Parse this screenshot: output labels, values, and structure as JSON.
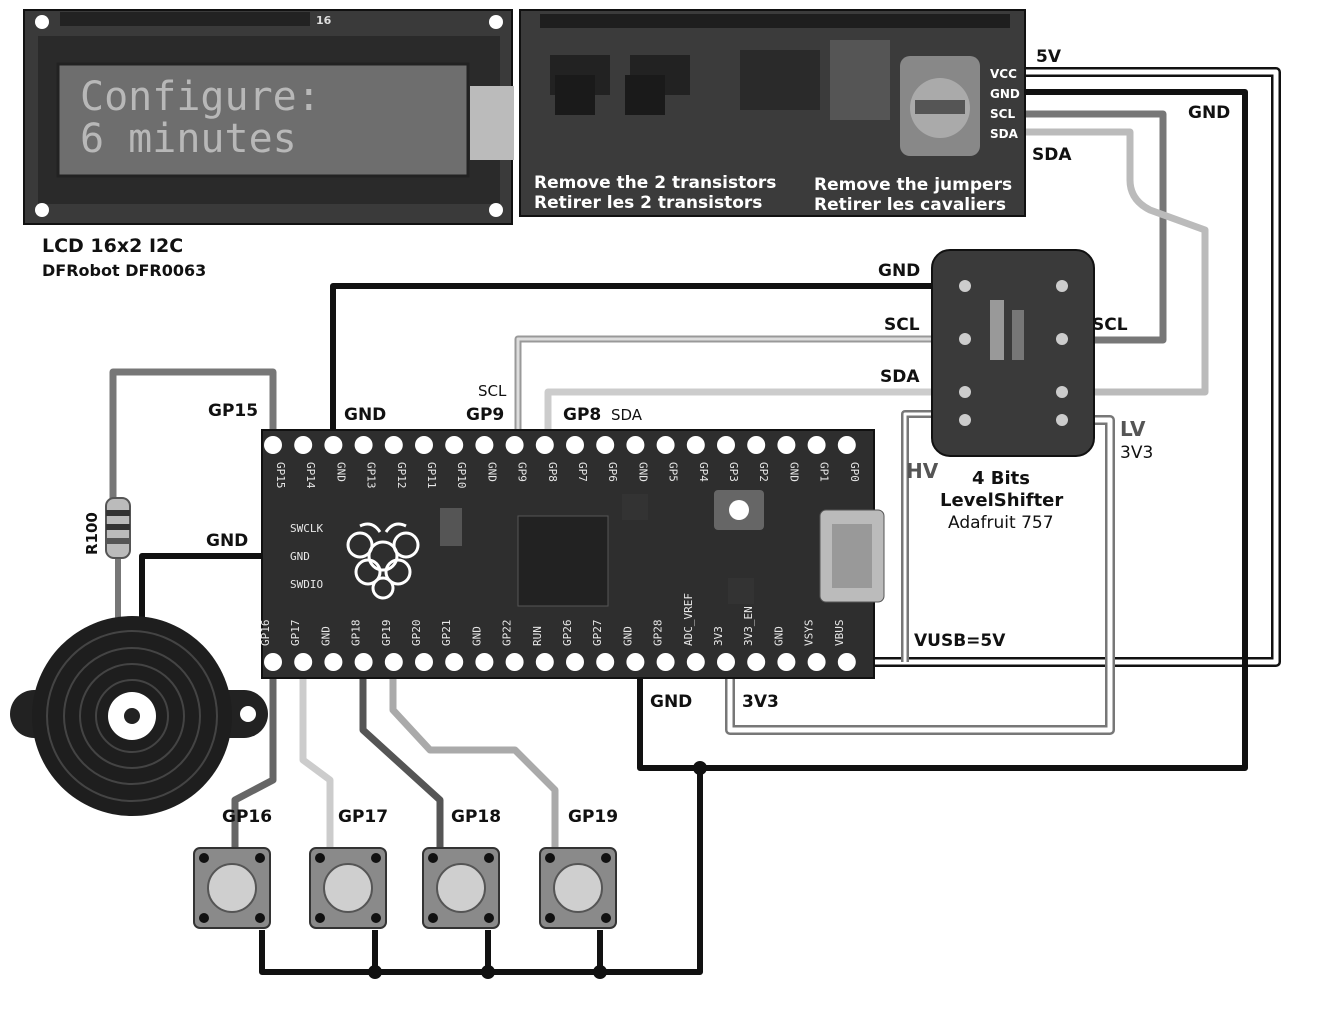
{
  "lcd": {
    "screen_lines": [
      "Configure:",
      "6 minutes"
    ],
    "title": "LCD 16x2 I2C",
    "subtitle": "DFRobot DFR0063",
    "pin_count_label": "16"
  },
  "i2c_backpack": {
    "pins": [
      "VCC",
      "GND",
      "SCL",
      "SDA"
    ],
    "note_transistors": [
      "Remove the 2 transistors",
      "Retirer les 2 transistors"
    ],
    "note_jumpers": [
      "Remove the jumpers",
      "Retirer les cavaliers"
    ]
  },
  "level_shifter": {
    "title": "4 Bits",
    "name": "LevelShifter",
    "part": "Adafruit 757",
    "hv_label": "HV",
    "lv_label": "LV",
    "lv_voltage": "3V3"
  },
  "resistor": {
    "label": "R100"
  },
  "pico": {
    "top_pins": [
      "GP15",
      "GP14",
      "GND",
      "GP13",
      "GP12",
      "GP11",
      "GP10",
      "GND",
      "GP9",
      "GP8",
      "GP7",
      "GP6",
      "GND",
      "GP5",
      "GP4",
      "GP3",
      "GP2",
      "GND",
      "GP1",
      "GP0"
    ],
    "bottom_pins": [
      "GP16",
      "GP17",
      "GND",
      "GP18",
      "GP19",
      "GP20",
      "GP21",
      "GND",
      "GP22",
      "RUN",
      "GP26",
      "GP27",
      "GND",
      "GP28",
      "ADC_VREF",
      "3V3",
      "3V3_EN",
      "GND",
      "VSYS",
      "VBUS"
    ],
    "debug_pins": [
      "SWCLK",
      "GND",
      "SWDIO"
    ]
  },
  "wire_labels": {
    "gp15": "GP15",
    "gnd_top": "GND",
    "scl_small": "SCL",
    "gp9": "GP9",
    "gp8": "GP8",
    "sda_small": "SDA",
    "gnd_debug": "GND",
    "gnd_bottom": "GND",
    "v3_bottom": "3V3",
    "vusb": "VUSB=5V",
    "v5": "5V",
    "gnd_right": "GND",
    "sda_right": "SDA",
    "ls_gnd": "GND",
    "ls_scl_left": "SCL",
    "ls_scl_right": "SCL",
    "ls_sda_left": "SDA"
  },
  "buttons": [
    {
      "label": "GP16"
    },
    {
      "label": "GP17"
    },
    {
      "label": "GP18"
    },
    {
      "label": "GP19"
    }
  ],
  "colors": {
    "black_wire": "#111111",
    "gray_wire": "#777777",
    "light_wire": "#bdbdbd",
    "board": "#2e2e2e",
    "lcd_frame": "#3a3a3a",
    "lcd_screen": "#6e6e6e"
  }
}
